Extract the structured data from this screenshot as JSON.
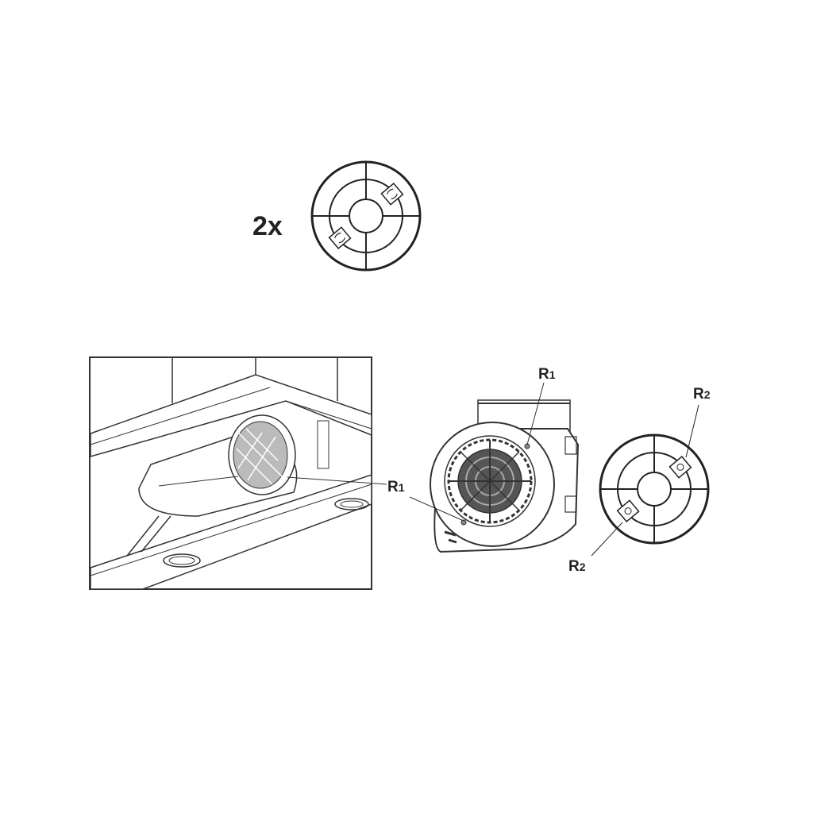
{
  "quantity_label": "2x",
  "labels": {
    "r1_left": {
      "main": "R",
      "sub": "1"
    },
    "r1_right": {
      "main": "R",
      "sub": "1"
    },
    "r2_top": {
      "main": "R",
      "sub": "2"
    },
    "r2_bottom": {
      "main": "R",
      "sub": "2"
    }
  },
  "colors": {
    "line": "#222222",
    "background": "#ffffff",
    "grey": "#9a9a9a"
  }
}
